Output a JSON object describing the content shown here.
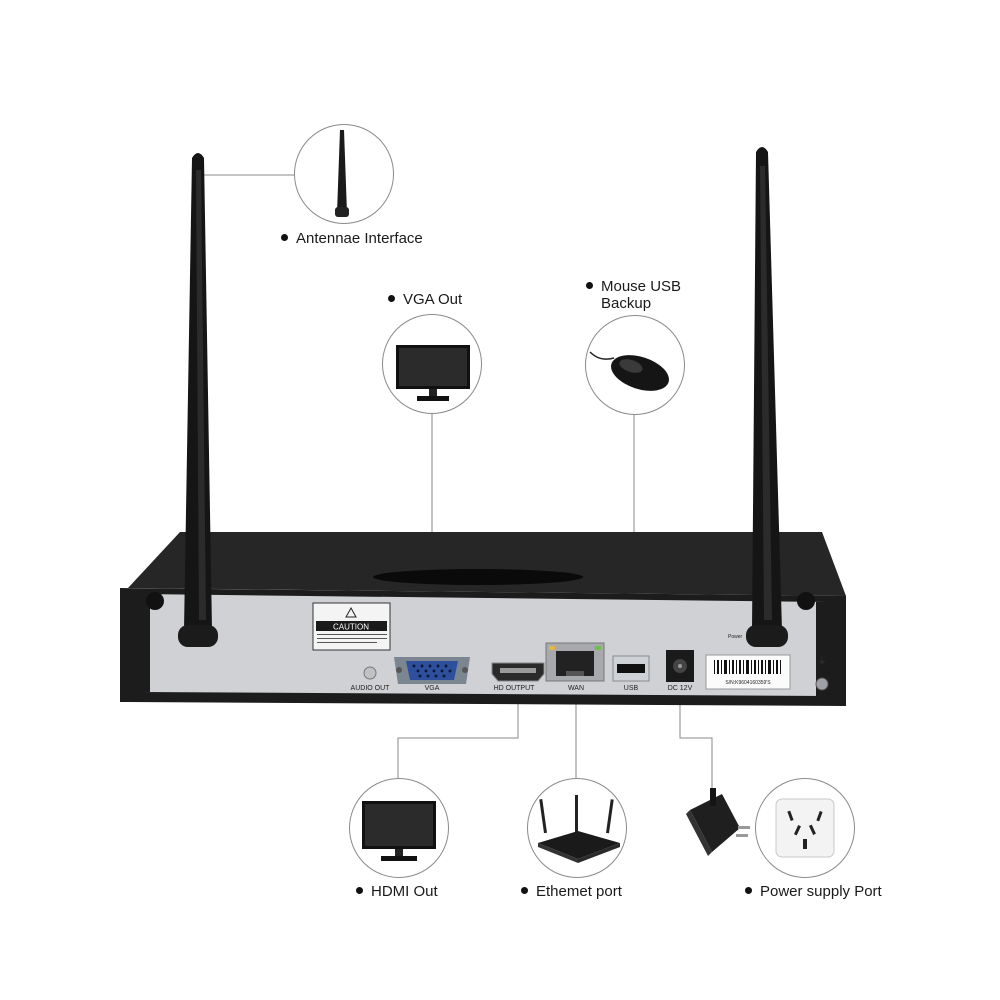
{
  "callouts": {
    "antennae": "Antennae Interface",
    "vga_out": "VGA Out",
    "mouse_usb": "Mouse USB\nBackup",
    "hdmi_out": "HDMI Out",
    "ethernet": "Ethemet port",
    "power_supply": "Power supply Port"
  },
  "panel_labels": {
    "caution": "CAUTION",
    "audio_out": "AUDIO OUT",
    "vga": "VGA",
    "hd_output": "HD OUTPUT",
    "wan": "WAN",
    "usb": "USB",
    "dc": "DC 12V",
    "power": "Power",
    "serial": "S/N:K9604160359'S"
  },
  "icons": [
    "antenna-icon",
    "monitor-icon",
    "mouse-icon",
    "router-icon",
    "power-adapter-icon",
    "wall-socket-icon"
  ],
  "colors": {
    "device_body": "#1c1c1c",
    "back_panel": "#cfd1d4",
    "leader_line": "#8a8a8a"
  }
}
